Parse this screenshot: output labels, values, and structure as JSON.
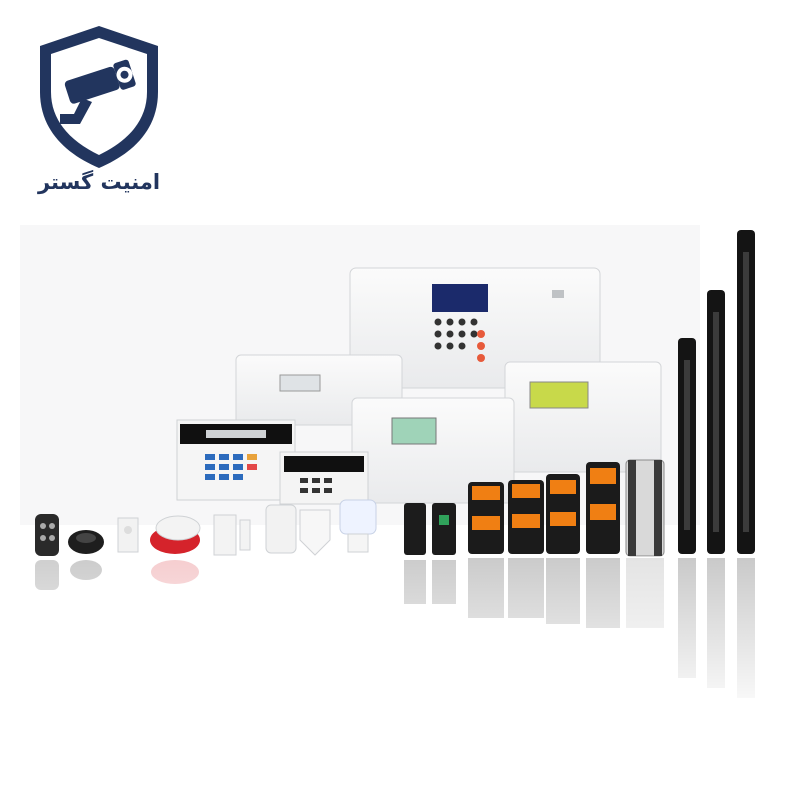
{
  "brand": {
    "name": "امنیت گستر",
    "color": "#22355e",
    "accent": "#f07f13"
  },
  "product_groups": [
    "alarm-control-panels",
    "keypads",
    "remote-control",
    "siren",
    "smoke-detector",
    "motion-detectors",
    "photoelectric-beam-detectors",
    "infrared-beam-towers"
  ]
}
